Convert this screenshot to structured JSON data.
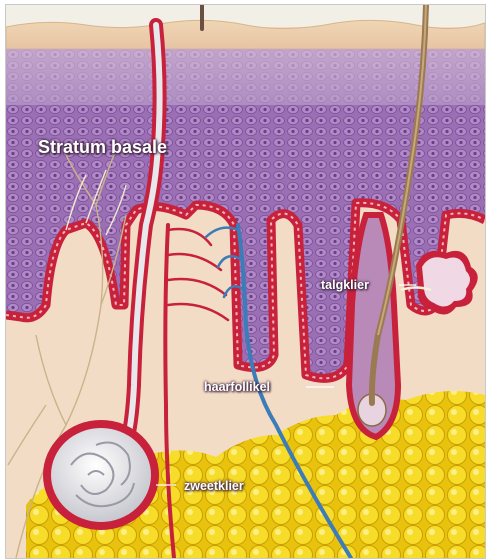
{
  "labels": {
    "stratum_basale": "Stratum basale",
    "talgklier": "talgklier",
    "haarfollikel": "haarfollikel",
    "zweetklier": "zweetklier"
  },
  "colors": {
    "epidermis": "#9a6fb4",
    "basal_layer": "#c8213c",
    "dermis": "#f3dcc6",
    "fat": "#f2d21a",
    "artery": "#c8213c",
    "vein": "#3c7cb8",
    "hair": "#8a6a44",
    "sweat_gland": "#e4e4e8"
  }
}
